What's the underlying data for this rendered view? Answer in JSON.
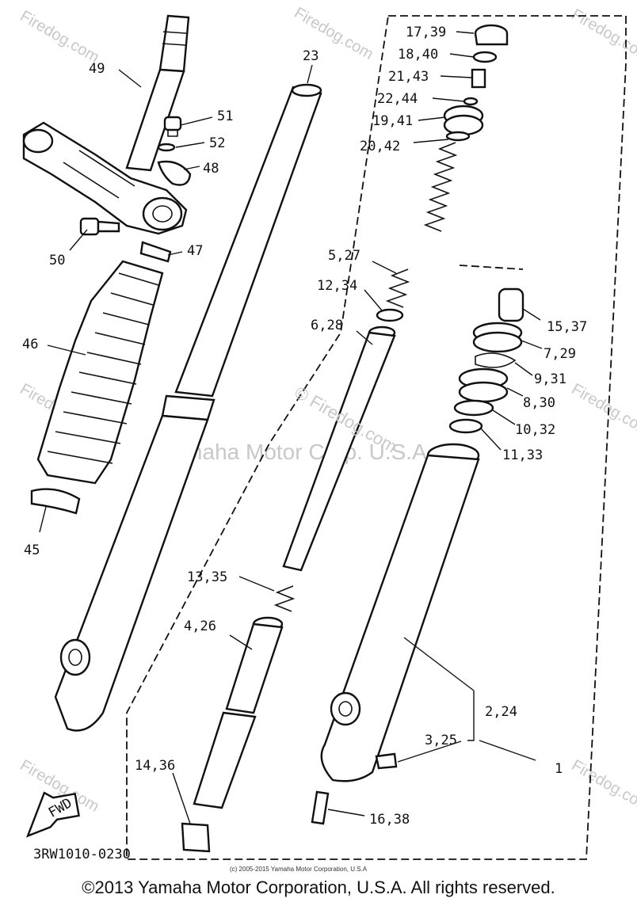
{
  "diagram": {
    "drawing_number": "3RW1010-0230",
    "fwd_label": "FWD",
    "small_copyright": "(c) 2005-2015 Yamaha Motor Corporation, U.S.A",
    "watermark_site": "Firedog.com",
    "watermark_center": "© Firedog.com",
    "watermark_company": "Yamaha Motor Corp. U.S.A.",
    "labels": {
      "p1": "1",
      "p2_24": "2,24",
      "p3_25": "3,25",
      "p4_26": "4,26",
      "p5_27": "5,27",
      "p6_28": "6,28",
      "p7_29": "7,29",
      "p8_30": "8,30",
      "p9_31": "9,31",
      "p10_32": "10,32",
      "p11_33": "11,33",
      "p12_34": "12,34",
      "p13_35": "13,35",
      "p14_36": "14,36",
      "p15_37": "15,37",
      "p16_38": "16,38",
      "p17_39": "17,39",
      "p18_40": "18,40",
      "p19_41": "19,41",
      "p20_42": "20,42",
      "p21_43": "21,43",
      "p22_44": "22,44",
      "p23": "23",
      "p45": "45",
      "p46": "46",
      "p47": "47",
      "p48": "48",
      "p49": "49",
      "p50": "50",
      "p51": "51",
      "p52": "52"
    }
  },
  "footer": {
    "copyright": "©2013 Yamaha Motor Corporation, U.S.A. All rights reserved."
  }
}
